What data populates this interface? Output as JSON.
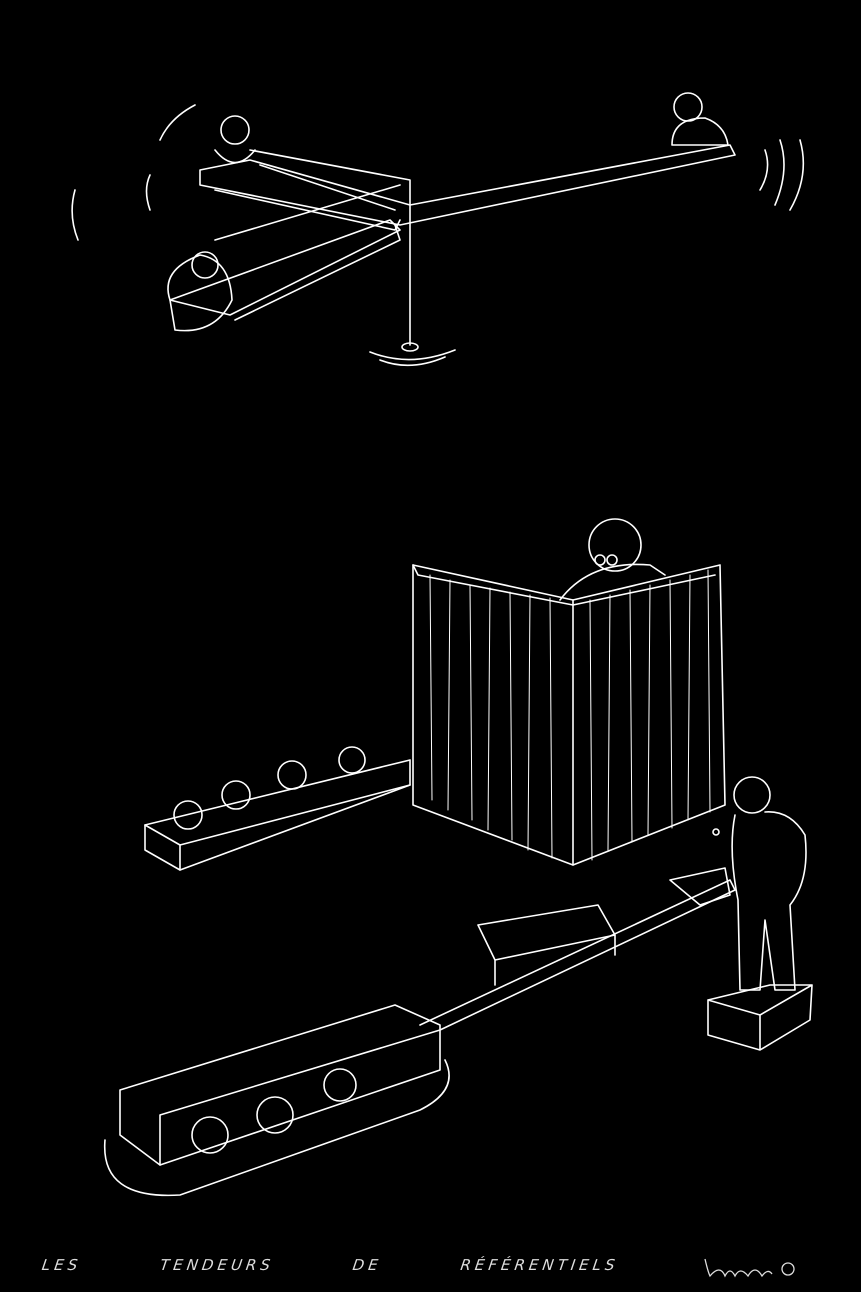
{
  "artwork": {
    "caption_words": [
      "LES",
      "TENDEURS",
      "DE",
      "RÉFÉRENTIELS"
    ],
    "signature": "signature",
    "colors": {
      "background": "#000000",
      "line": "#ffffff"
    }
  }
}
